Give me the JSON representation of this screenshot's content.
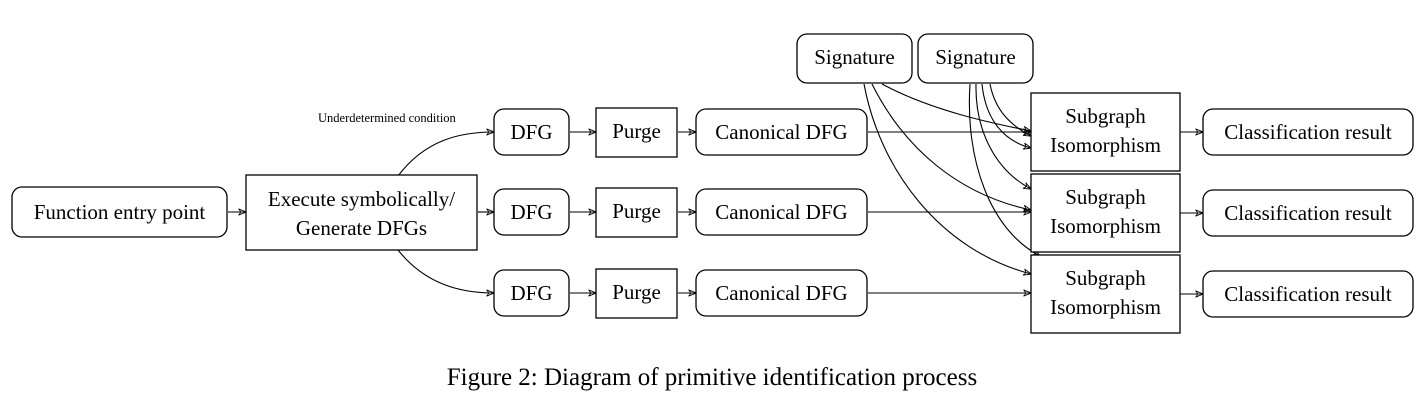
{
  "diagram": {
    "nodes": {
      "function_entry": "Function entry point",
      "execute_line1": "Execute symbolically/",
      "execute_line2": "Generate DFGs",
      "dfg": "DFG",
      "purge": "Purge",
      "canonical_dfg": "Canonical DFG",
      "signature_1": "Signature",
      "signature_2": "Signature",
      "subgraph_line1": "Subgraph",
      "subgraph_line2": "Isomorphism",
      "classification": "Classification result"
    },
    "edge_labels": {
      "underdetermined": "Underdetermined condition"
    },
    "caption": "Figure 2: Diagram of primitive identification process"
  }
}
